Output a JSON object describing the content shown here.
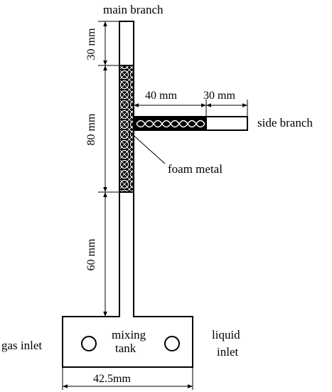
{
  "labels": {
    "main_branch": "main branch",
    "side_branch": "side branch",
    "foam_metal": "foam metal",
    "gas_inlet": "gas inlet",
    "liquid_inlet_1": "liquid",
    "liquid_inlet_2": "inlet",
    "mixing_1": "mixing",
    "mixing_2": "tank"
  },
  "dimensions": {
    "top_segment": "30 mm",
    "foam_segment": "80 mm",
    "bottom_segment": "60 mm",
    "side_foam": "40 mm",
    "side_open": "30 mm",
    "tank_width": "42.5mm"
  }
}
